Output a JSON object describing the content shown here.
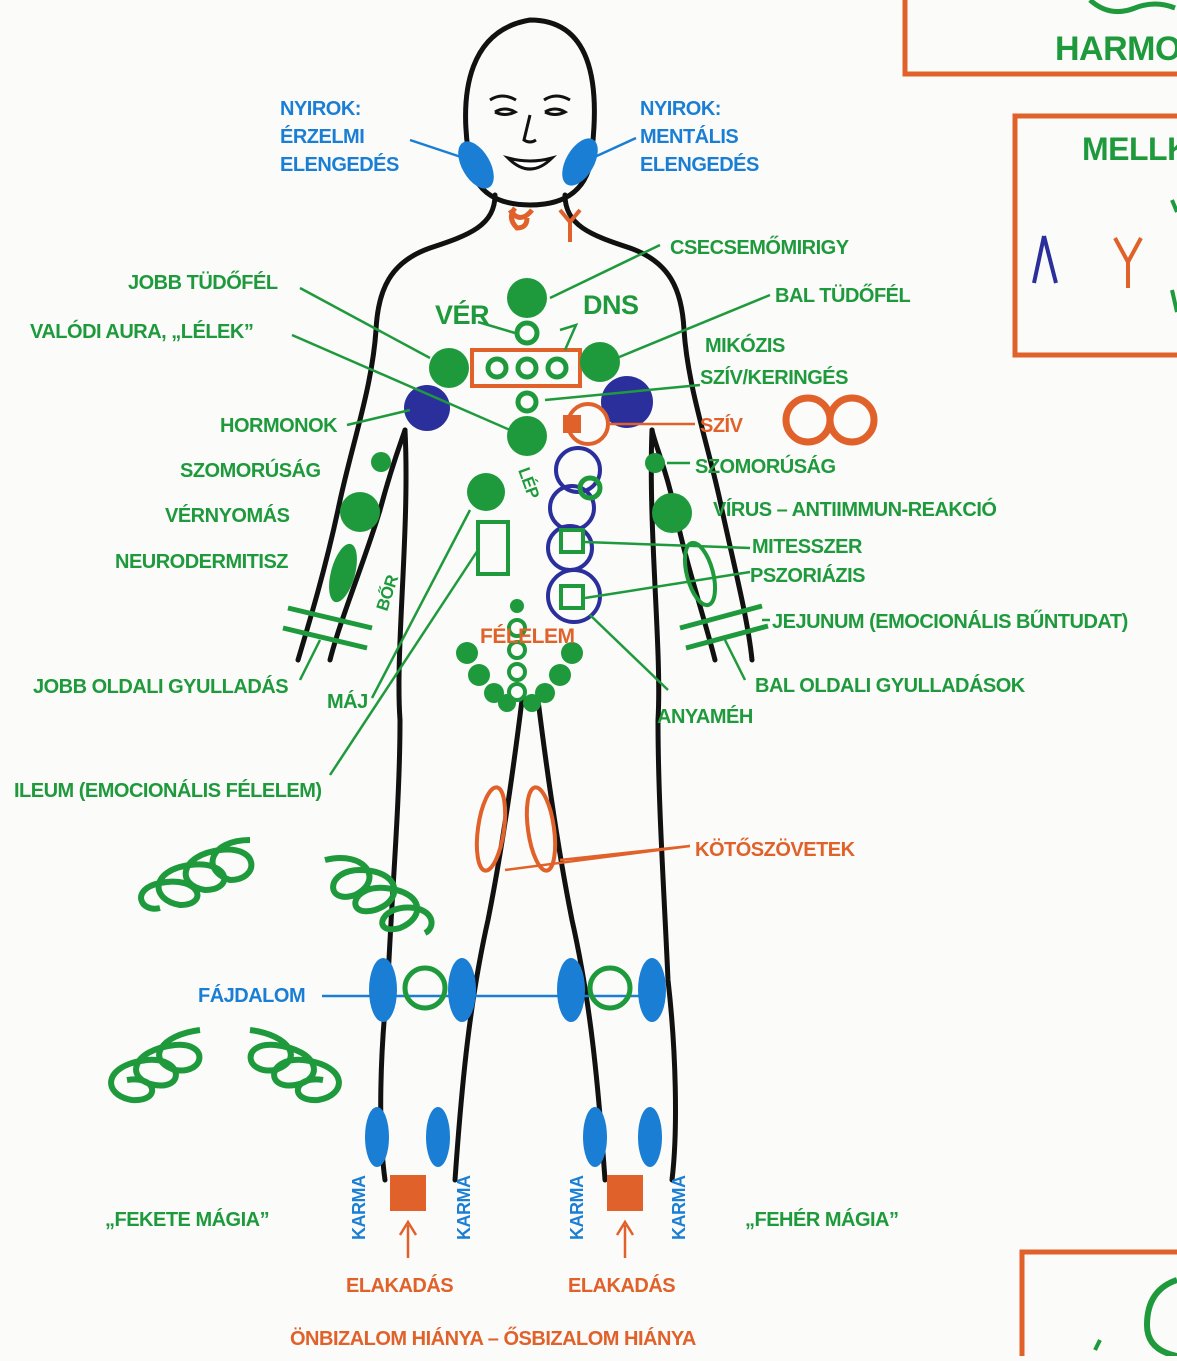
{
  "colors": {
    "green": "#1e9a3c",
    "blue": "#1a7fd4",
    "orange": "#e0612a",
    "navy": "#2a2f9c",
    "outline": "#111111"
  },
  "boxes": {
    "top_right": "HARMO",
    "mid_right": "MELLK"
  },
  "labels": {
    "nyirok_left": [
      "NYIROK:",
      "ÉRZELMI",
      "ELENGEDÉS"
    ],
    "nyirok_right": [
      "NYIROK:",
      "MENTÁLIS",
      "ELENGEDÉS"
    ],
    "csecsemomirigy": "CSECSEMŐMIRIGY",
    "jobb_tudofel": "JOBB TÜDŐFÉL",
    "bal_tudofel": "BAL TÜDŐFÉL",
    "ver": "VÉR",
    "dns": "DNS",
    "valodi_aura": "VALÓDI AURA, „LÉLEK”",
    "mikozis": "MIKÓZIS",
    "sziv_keringes": "SZÍV/KERINGÉS",
    "hormonok": "HORMONOK",
    "sziv": "SZÍV",
    "szomorusag_left": "SZOMORÚSÁG",
    "szomorusag_right": "SZOMORÚSÁG",
    "lep": "LÉP",
    "vernyomas": "VÉRNYOMÁS",
    "virus": "VÍRUS – ANTIIMMUN-REAKCIÓ",
    "neurodermitisz": "NEURODERMITISZ",
    "mitesszer": "MITESSZER",
    "pszoriazis": "PSZORIÁZIS",
    "bor": "BŐR",
    "felelem": "FÉLELEM",
    "jejunum": "JEJUNUM (EMOCIONÁLIS BŰNTUDAT)",
    "jobb_oldali": "JOBB OLDALI GYULLADÁS",
    "maj": "MÁJ",
    "bal_oldali": "BAL OLDALI GYULLADÁSOK",
    "anyameh": "ANYAMÉH",
    "ileum": "ILEUM (EMOCIONÁLIS FÉLELEM)",
    "kotoszovetek": "KÖTŐSZÖVETEK",
    "fajdalom": "FÁJDALOM",
    "karma": "KARMA",
    "fekete_magia": "„FEKETE MÁGIA”",
    "feher_magia": "„FEHÉR MÁGIA”",
    "elakadas": "ELAKADÁS",
    "bottom": "ÖNBIZALOM HIÁNYA – ŐSBIZALOM HIÁNYA"
  }
}
